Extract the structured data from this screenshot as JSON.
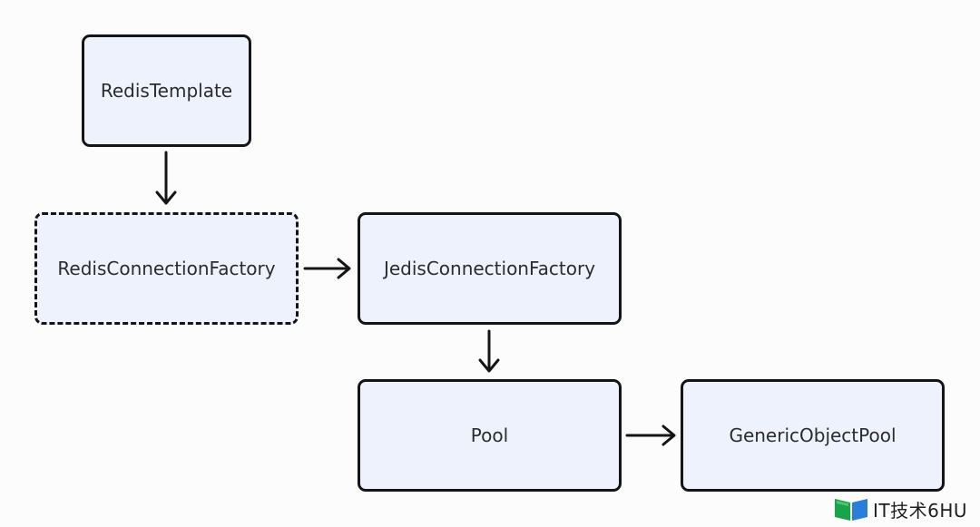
{
  "nodes": {
    "redis_template": {
      "label": "RedisTemplate"
    },
    "redis_connection_factory": {
      "label": "RedisConnectionFactory"
    },
    "jedis_connection_factory": {
      "label": "JedisConnectionFactory"
    },
    "pool": {
      "label": "Pool"
    },
    "generic_object_pool": {
      "label": "GenericObjectPool"
    }
  },
  "edges": [
    {
      "from": "RedisTemplate",
      "to": "RedisConnectionFactory"
    },
    {
      "from": "RedisConnectionFactory",
      "to": "JedisConnectionFactory"
    },
    {
      "from": "JedisConnectionFactory",
      "to": "Pool"
    },
    {
      "from": "Pool",
      "to": "GenericObjectPool"
    }
  ],
  "watermark": {
    "text": "IT技术6HU"
  },
  "colors": {
    "node_fill": "#eef2fd",
    "node_border": "#151515",
    "arrow": "#151515",
    "background": "#fcfcfc",
    "logo_green": "#1aa34a",
    "logo_blue": "#2b7fd9"
  }
}
